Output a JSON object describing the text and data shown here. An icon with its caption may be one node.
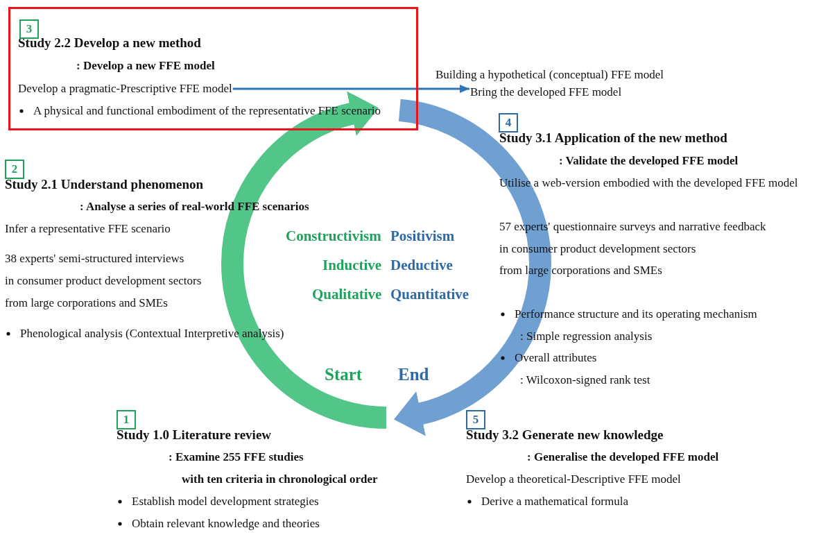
{
  "diagram": {
    "nodes": [
      {
        "text": [
          "Study 2.2 Develop a new method",
          ": Develop a new FFE model",
          "A physical and functional embodiment of the representative FFE scenario"
        ]
      },
      {
        "text": [
          "3"
        ],
        "in": 0
      },
      {
        "text": [
          "Develop a pragmatic-Prescriptive FFE model"
        ],
        "in": 0
      },
      {
        "text": [
          "Bring the developed FFE model"
        ]
      },
      {
        "text": [
          "2"
        ],
        "beside": [
          "Study 2.1 Understand phenomenon"
        ]
      },
      {
        "text": [
          "4"
        ],
        "beside": [
          "Study 3.1 Application of the new method"
        ]
      },
      {
        "text": [
          "1"
        ],
        "beside": [
          "Study 1.0 Literature review"
        ]
      },
      {
        "text": [
          "5"
        ],
        "beside": [
          "Study 3.2 Generate new knowledge"
        ]
      }
    ],
    "edges": [
      {
        "from": 2,
        "to": 3,
        "arrow": "to",
        "label": "Building a hypothetical (conceptual) FFE model",
        "color": "#2e75b6"
      },
      {
        "from": null,
        "to": 0,
        "arrow": "to",
        "color": "#52c589"
      },
      {
        "from": 0,
        "to": 7,
        "arrow": "to",
        "color": "#70a0d2"
      }
    ],
    "labels": [
      ": Analyse a series of real-world FFE scenarios",
      "Infer a representative FFE scenario",
      "38 experts' semi-structured interviews",
      "in consumer product development sectors",
      "from large corporations and SMEs",
      "Phenological analysis (Contextual Interpretive analysis)",
      ": Validate the developed FFE model",
      "Utilise a web-version embodied with the developed FFE model",
      "57 experts' questionnaire surveys and narrative feedback",
      "in consumer product development sectors",
      "from large corporations and SMEs",
      "Performance structure and its operating mechanism",
      ": Simple regression analysis",
      "Overall attributes",
      ": Wilcoxon-signed rank test",
      "Constructivism",
      "Positivism",
      "Inductive",
      "Deductive",
      "Qualitative",
      "Quantitative",
      "Start",
      "End",
      ": Examine 255 FFE studies",
      "with ten criteria in chronological order",
      "Establish model development strategies",
      "Obtain relevant knowledge and theories",
      ": Generalise the developed FFE model",
      "Develop a theoretical-Descriptive FFE model",
      "Derive a mathematical formula"
    ]
  }
}
